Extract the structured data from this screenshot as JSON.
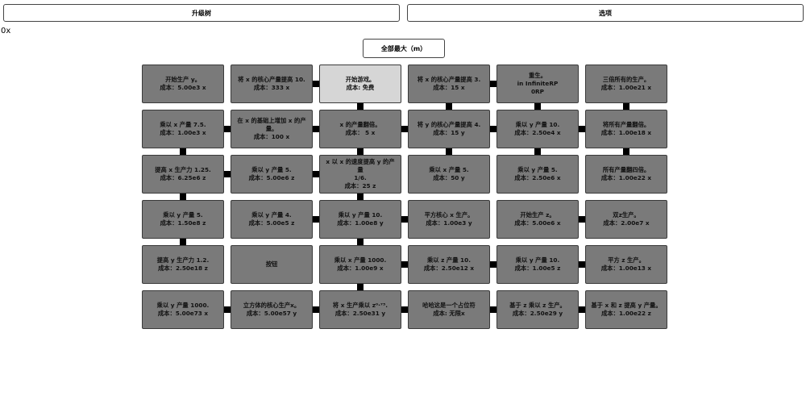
{
  "tabs": {
    "upgrades": "升级树",
    "options": "选项"
  },
  "counter": "0x",
  "max_all": "全部最大（m）",
  "nodes": [
    [
      {
        "title": "开始生产 y。",
        "cost": "成本：5.00e3 x"
      },
      {
        "title": "将 x 的核心产量提高 10.",
        "cost": "成本：333 x"
      },
      {
        "title": "开始游戏。",
        "cost": "成本: 免费",
        "bought": true
      },
      {
        "title": "将 x 的核心产量提高 3.",
        "cost": "成本：15 x"
      },
      {
        "title": "重生。\nin InfiniteRP\n0RP",
        "cost": ""
      },
      {
        "title": "三倍所有的生产。",
        "cost": "成本：1.00e21 x"
      }
    ],
    [
      {
        "title": "乘以 x 产量 7.5.",
        "cost": "成本：1.00e3 x"
      },
      {
        "title": "在 x 的基础上增加 x 的产\n量。",
        "cost": "成本：100 x"
      },
      {
        "title": "x 的产量翻倍。",
        "cost": "成本： 5 x"
      },
      {
        "title": "将 y 的核心产量提高 4.",
        "cost": "成本：15 y"
      },
      {
        "title": "乘以 y 产量 10.",
        "cost": "成本：2.50e4 x"
      },
      {
        "title": "将所有产量翻倍。",
        "cost": "成本：1.00e18 x"
      }
    ],
    [
      {
        "title": "提高 x 生产力 1.25.",
        "cost": "成本：6.25e6 z"
      },
      {
        "title": "乘以 y 产量 5.",
        "cost": "成本：5.00e6 z"
      },
      {
        "title": "x 以 x 的速度提高 y 的产量\n1/6.",
        "cost": "成本：25 z"
      },
      {
        "title": "乘以 x 产量 5.",
        "cost": "成本：50 y"
      },
      {
        "title": "乘以 y 产量 5.",
        "cost": "成本：2.50e6 x"
      },
      {
        "title": "所有产量翻四倍。",
        "cost": "成本：1.00e22 x"
      }
    ],
    [
      {
        "title": "乘以 y 产量 5.",
        "cost": "成本：1.50e8 z"
      },
      {
        "title": "乘以 y 产量 4.",
        "cost": "成本：5.00e5 z"
      },
      {
        "title": "乘以 y 产量 10.",
        "cost": "成本：1.00e8 y"
      },
      {
        "title": "平方核心 x 生产。",
        "cost": "成本：1.00e3 y"
      },
      {
        "title": "开始生产 z。",
        "cost": "成本：5.00e6 x"
      },
      {
        "title": "双z生产。",
        "cost": "成本：2.00e7 x"
      }
    ],
    [
      {
        "title": "提高 y 生产力 1.2.",
        "cost": "成本：2.50e18 z"
      },
      {
        "title": "按钮",
        "cost": ""
      },
      {
        "title": "乘以 x 产量 1000.",
        "cost": "成本：1.00e9 x"
      },
      {
        "title": "乘以 z 产量 10.",
        "cost": "成本：2.50e12 x"
      },
      {
        "title": "乘以 y 产量 10.",
        "cost": "成本：1.00e5 z"
      },
      {
        "title": "平方 z 生产。",
        "cost": "成本：1.00e13 x"
      }
    ],
    [
      {
        "title": "乘以 y 产量 1000.",
        "cost": "成本：5.00e73 x"
      },
      {
        "title": "立方体的核心生产x。",
        "cost": "成本：5.00e57 y"
      },
      {
        "title": "将 x 生产乘以 z⁰·⁷⁵.",
        "cost": "成本：2.50e31 y"
      },
      {
        "title": "哈哈这是一个占位符",
        "cost": "成本: 无限x"
      },
      {
        "title": "基于 z 乘以 z 生产。",
        "cost": "成本：2.50e29 y"
      },
      {
        "title": "基于 x 和 z 提高 y 产量。",
        "cost": "成本：1.00e22 z"
      }
    ]
  ]
}
